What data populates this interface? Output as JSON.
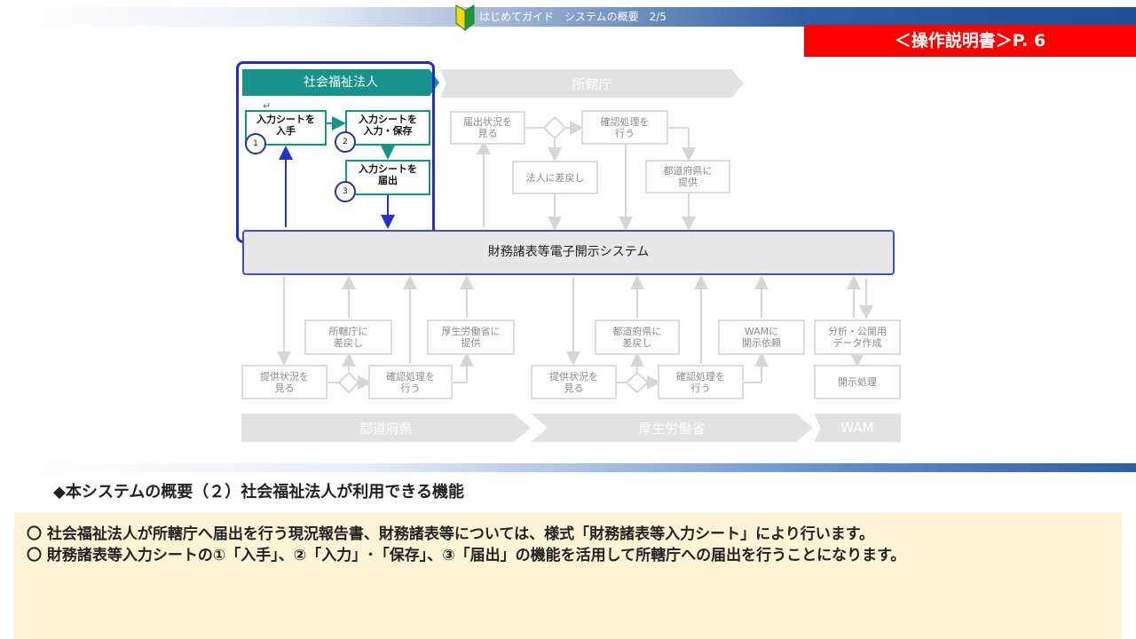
{
  "header": {
    "title": "はじめてガイド　システムの概要　2/5",
    "badge": "＜操作説明書＞P. 6"
  },
  "diagram": {
    "top_lanes": {
      "corp": "社会福祉法人",
      "ministry": "所轄庁"
    },
    "corp_steps": [
      {
        "num": "1",
        "label": "入力シートを\n入手"
      },
      {
        "num": "2",
        "label": "入力シートを\n入力・保存"
      },
      {
        "num": "3",
        "label": "入力シートを\n届出"
      }
    ],
    "ministry_boxes": {
      "view": "届出状況を\n見る",
      "confirm": "確認処理を\n行う",
      "return": "法人に差戻し",
      "provide": "都道府県に\n提供"
    },
    "system": "財務諸表等電子開示システム",
    "pref_boxes": {
      "return": "所轄庁に\n差戻し",
      "provide": "厚生労働省に\n提供",
      "view": "提供状況を\n見る",
      "confirm": "確認処理を\n行う"
    },
    "mhlw_boxes": {
      "return": "都道府県に\n差戻し",
      "request": "WAMに\n開示依頼",
      "view": "提供状況を\n見る",
      "confirm": "確認処理を\n行う"
    },
    "wam_boxes": {
      "analyze": "分析・公開用\nデータ作成",
      "disclose": "開示処理"
    },
    "bottom_lanes": {
      "pref": "都道府県",
      "mhlw": "厚生労働省",
      "wam": "WAM"
    }
  },
  "section": {
    "heading": "◆本システムの概要（２）社会福祉法人が利用できる機能",
    "note_lines": [
      "〇 社会福祉法人が所轄庁へ届出を行う現況報告書、財務諸表等については、様式「財務諸表等入力シート」により行います。",
      "〇 財務諸表等入力シートの①「入手」、②「入力」･「保存」、③「届出」の機能を活用して所轄庁への届出を行うことになります。"
    ]
  },
  "colors": {
    "badge": "#ff0000",
    "teal": "#17938c",
    "blue": "#1e2bd6",
    "note_bg": "#fdf4d5"
  }
}
